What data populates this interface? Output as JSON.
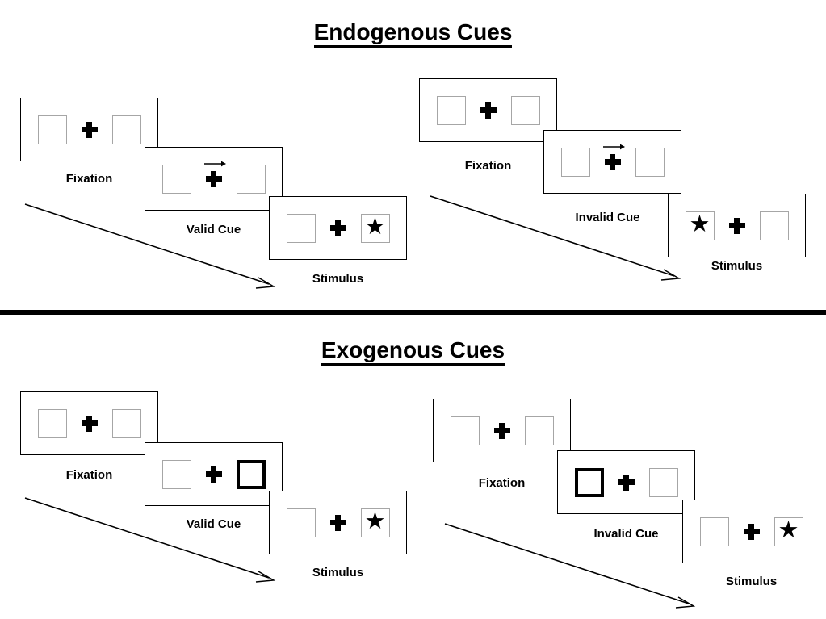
{
  "sections": [
    {
      "id": "endogenous",
      "title": "Endogenous Cues",
      "sequences": [
        {
          "id": "endogenous-valid",
          "cue_type": "arrow",
          "panels": [
            {
              "label": "Fixation",
              "left_box": "empty",
              "right_box": "empty",
              "center": "cross"
            },
            {
              "label": "Valid Cue",
              "left_box": "empty",
              "right_box": "empty",
              "center": "cross-with-right-arrow"
            },
            {
              "label": "Stimulus",
              "left_box": "empty",
              "right_box": "star",
              "center": "cross"
            }
          ]
        },
        {
          "id": "endogenous-invalid",
          "cue_type": "arrow",
          "panels": [
            {
              "label": "Fixation",
              "left_box": "empty",
              "right_box": "empty",
              "center": "cross"
            },
            {
              "label": "Invalid Cue",
              "left_box": "empty",
              "right_box": "empty",
              "center": "cross-with-right-arrow"
            },
            {
              "label": "Stimulus",
              "left_box": "star",
              "right_box": "empty",
              "center": "cross"
            }
          ]
        }
      ]
    },
    {
      "id": "exogenous",
      "title": "Exogenous Cues",
      "sequences": [
        {
          "id": "exogenous-valid",
          "cue_type": "box-highlight",
          "panels": [
            {
              "label": "Fixation",
              "left_box": "empty",
              "right_box": "empty",
              "center": "cross"
            },
            {
              "label": "Valid Cue",
              "left_box": "empty",
              "right_box": "cued",
              "center": "cross"
            },
            {
              "label": "Stimulus",
              "left_box": "empty",
              "right_box": "star",
              "center": "cross"
            }
          ]
        },
        {
          "id": "exogenous-invalid",
          "cue_type": "box-highlight",
          "panels": [
            {
              "label": "Fixation",
              "left_box": "empty",
              "right_box": "empty",
              "center": "cross"
            },
            {
              "label": "Invalid Cue",
              "left_box": "cued",
              "right_box": "empty",
              "center": "cross"
            },
            {
              "label": "Stimulus",
              "left_box": "empty",
              "right_box": "star",
              "center": "cross"
            }
          ]
        }
      ]
    }
  ],
  "glyphs": {
    "star": "★",
    "fixation_cross": "plus-cross",
    "arrow_cue": "right-arrow",
    "time_arrow": "diagonal-arrow"
  },
  "colors": {
    "stroke": "#000000",
    "box_border": "#a6a6a6",
    "background": "#ffffff",
    "cued_border": "#000000"
  }
}
